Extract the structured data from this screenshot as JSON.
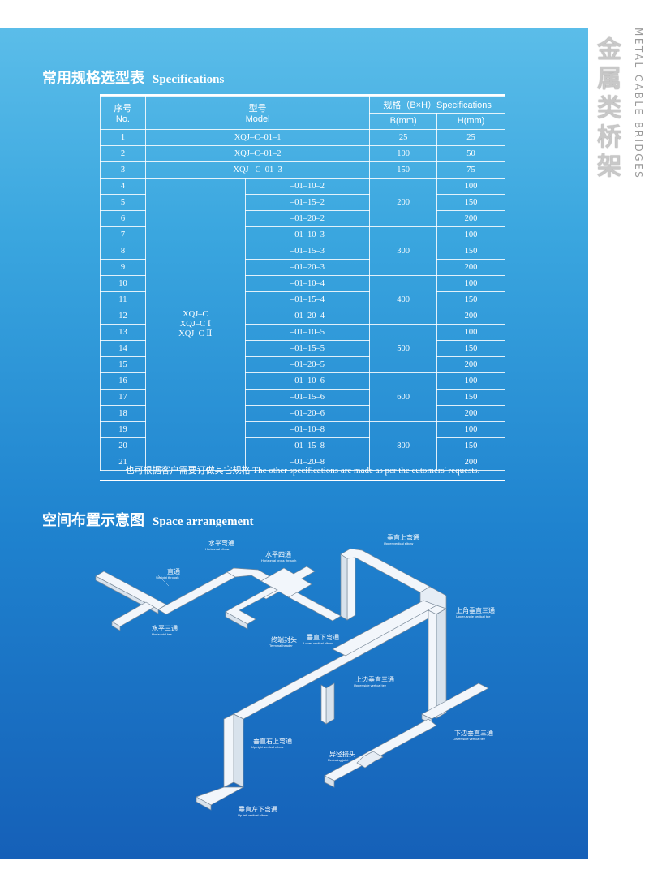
{
  "sidebar": {
    "title_zh": "金属类桥架",
    "title_en": "METAL CABLE BRIDGES"
  },
  "sections": {
    "spec": {
      "title_zh": "常用规格选型表",
      "title_en": "Specifications"
    },
    "space": {
      "title_zh": "空间布置示意图",
      "title_en": "Space arrangement"
    }
  },
  "table": {
    "headers": {
      "no_zh": "序号",
      "no_en": "No.",
      "model_zh": "型号",
      "model_en": "Model",
      "spec": "规格（B×H）Specifications",
      "b": "B(mm)",
      "h": "H(mm)"
    },
    "model_group": [
      "XQJ–C",
      "XQJ–C Ⅰ",
      "XQJ–C Ⅱ"
    ],
    "rows": [
      {
        "no": "1",
        "model": "XQJ–C–01–1",
        "b": "25",
        "h": "25"
      },
      {
        "no": "2",
        "model": "XQJ–C–01–2",
        "b": "100",
        "h": "50"
      },
      {
        "no": "3",
        "model": "XQJ –C–01–3",
        "b": "150",
        "h": "75"
      },
      {
        "no": "4",
        "model": "–01–10–2",
        "b": "200",
        "h": "100"
      },
      {
        "no": "5",
        "model": "–01–15–2",
        "b": "200",
        "h": "150"
      },
      {
        "no": "6",
        "model": "–01–20–2",
        "b": "200",
        "h": "200"
      },
      {
        "no": "7",
        "model": "–01–10–3",
        "b": "300",
        "h": "100"
      },
      {
        "no": "8",
        "model": "–01–15–3",
        "b": "300",
        "h": "150"
      },
      {
        "no": "9",
        "model": "–01–20–3",
        "b": "300",
        "h": "200"
      },
      {
        "no": "10",
        "model": "–01–10–4",
        "b": "400",
        "h": "100"
      },
      {
        "no": "11",
        "model": "–01–15–4",
        "b": "400",
        "h": "150"
      },
      {
        "no": "12",
        "model": "–01–20–4",
        "b": "400",
        "h": "200"
      },
      {
        "no": "13",
        "model": "–01–10–5",
        "b": "500",
        "h": "100"
      },
      {
        "no": "14",
        "model": "–01–15–5",
        "b": "500",
        "h": "150"
      },
      {
        "no": "15",
        "model": "–01–20–5",
        "b": "500",
        "h": "200"
      },
      {
        "no": "16",
        "model": "–01–10–6",
        "b": "600",
        "h": "100"
      },
      {
        "no": "17",
        "model": "–01–15–6",
        "b": "600",
        "h": "150"
      },
      {
        "no": "18",
        "model": "–01–20–6",
        "b": "600",
        "h": "200"
      },
      {
        "no": "19",
        "model": "–01–10–8",
        "b": "800",
        "h": "100"
      },
      {
        "no": "20",
        "model": "–01–15–8",
        "b": "800",
        "h": "150"
      },
      {
        "no": "21",
        "model": "–01–20–8",
        "b": "800",
        "h": "200"
      }
    ],
    "note": "也可根据客户需要订做其它规格 The other specifications are made as per the cutomers' requests."
  },
  "diagram_labels": {
    "straight": {
      "zh": "直通",
      "en": "Straight through"
    },
    "h_elbow": {
      "zh": "水平弯通",
      "en": "Horizontal elbow"
    },
    "h_cross": {
      "zh": "水平四通",
      "en": "Horizontal cross through"
    },
    "upper_elbow": {
      "zh": "垂直上弯通",
      "en": "Upper vertical elbow"
    },
    "h_tee": {
      "zh": "水平三通",
      "en": "Horizontal tee"
    },
    "terminal": {
      "zh": "终端封头",
      "en": "Terminal header"
    },
    "lower_elbow": {
      "zh": "垂直下弯通",
      "en": "Lower vertical elbow"
    },
    "upper_angle_tee": {
      "zh": "上角垂直三通",
      "en": "Upper-angle vertical tee"
    },
    "upper_side_tee": {
      "zh": "上边垂直三通",
      "en": "Upper-side vertical tee"
    },
    "upright_elbow": {
      "zh": "垂直右上弯通",
      "en": "Up-right vertical elbow"
    },
    "reducing": {
      "zh": "异径接头",
      "en": "Reducing joint"
    },
    "lower_side_tee": {
      "zh": "下边垂直三通",
      "en": "Lower-side vertical tee"
    },
    "upleft_elbow": {
      "zh": "垂直左下弯通",
      "en": "Up-left vertical elbow"
    }
  }
}
